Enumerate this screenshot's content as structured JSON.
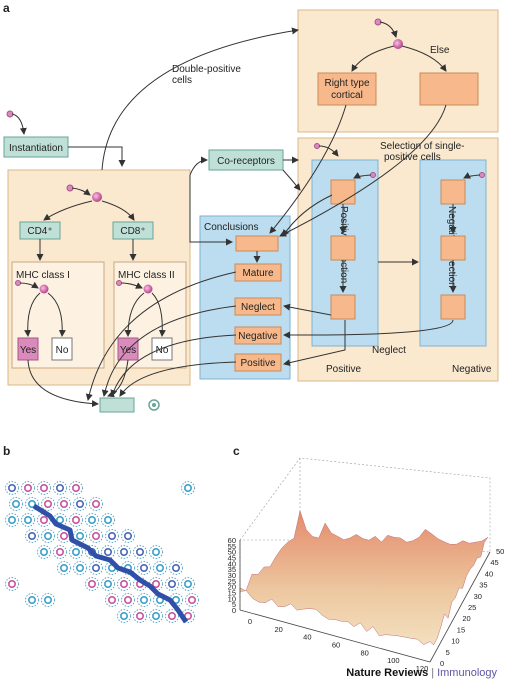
{
  "panel_a": {
    "letter": "a",
    "instantiation": "Instantiation",
    "double_positive": [
      "Double-positive",
      "cells"
    ],
    "else_label": "Else",
    "right_type": [
      "Right type",
      "cortical"
    ],
    "co_receptors": "Co-receptors",
    "selection_sp": [
      "Selection of single-",
      "positive cells"
    ],
    "cd4": "CD4⁺",
    "cd8": "CD8⁺",
    "mhc1": "MHC class I",
    "mhc2": "MHC class II",
    "yes": "Yes",
    "no": "No",
    "conclusions": "Conclusions",
    "mature": "Mature",
    "neglect": "Neglect",
    "negative": "Negative",
    "positive": "Positive",
    "positive_selection": "Positive selection",
    "negative_selection": "Negative selection",
    "neglect_bottom": "Neglect",
    "positive_bottom": "Positive",
    "negative_bottom": "Negative"
  },
  "panel_b": {
    "letter": "b"
  },
  "panel_c": {
    "letter": "c",
    "z_ticks": [
      "0",
      "5",
      "10",
      "15",
      "20",
      "25",
      "30",
      "35",
      "40",
      "45",
      "50",
      "55",
      "60"
    ],
    "x_ticks": [
      "0",
      "20",
      "40",
      "60",
      "80",
      "100",
      "120"
    ],
    "y_ticks": [
      "0",
      "5",
      "10",
      "15",
      "20",
      "25",
      "30",
      "35",
      "40",
      "45",
      "50"
    ]
  },
  "footer": {
    "publisher": "Nature Reviews",
    "separator": "|",
    "journal": "Immunology"
  },
  "colors": {
    "cream": "#fbe9cf",
    "cream_border": "#d9b88a",
    "blue": "#bcdcef",
    "blue_border": "#7fb2d1",
    "orange_box": "#f7b98b",
    "orange_border": "#c98a58",
    "teal": "#bfe0d6",
    "teal_border": "#6aa597",
    "magenta": "#c9539b"
  }
}
